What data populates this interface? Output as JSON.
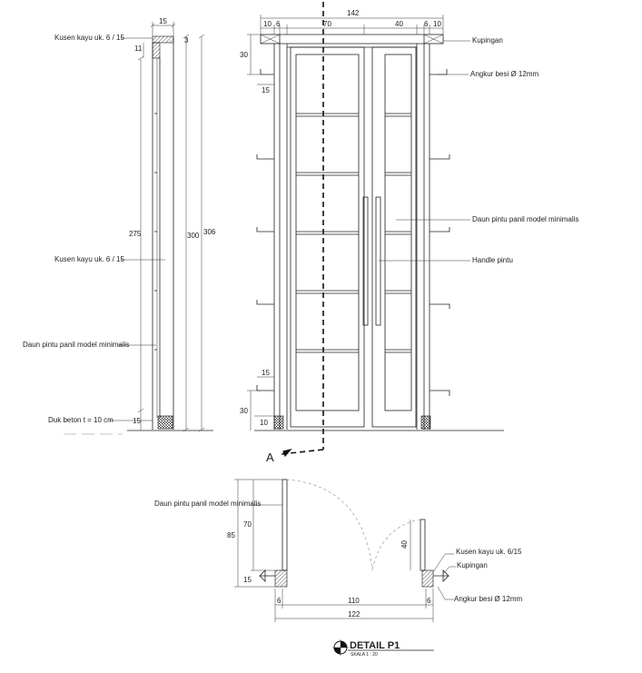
{
  "side_view": {
    "labels": {
      "kusen_top": "Kusen kayu uk. 6 / 15",
      "kusen_mid": "Kusen kayu uk. 6 / 15",
      "daun_pintu": "Daun pintu panil model minimalis",
      "duk_beton": "Duk beton t = 10 cm"
    },
    "dims": {
      "top_width": "15",
      "small_top": "11",
      "small_right": "3",
      "height_275": "275",
      "height_300": "300",
      "height_306": "306",
      "bottom_15": "15"
    }
  },
  "front_view": {
    "labels": {
      "kupingan": "Kupingan",
      "angkur": "Angkur besi Ø 12mm",
      "daun_pintu": "Daun pintu panil model minimalis",
      "handle": "Handle pintu"
    },
    "dims": {
      "overall": "142",
      "top_10_left": "10",
      "top_6_left": "6",
      "top_70": "70",
      "top_40": "40",
      "top_6_right": "6",
      "top_10_right": "10",
      "left_30_top": "30",
      "left_15_top": "15",
      "left_15_bottom": "15",
      "left_30_bottom": "30",
      "left_10_bottom": "10"
    },
    "section_marker": "A"
  },
  "plan_view": {
    "labels": {
      "daun_pintu": "Daun pintu panil model minimalis",
      "kusen": "Kusen kayu uk. 6/15",
      "kupingan": "Kupingan",
      "angkur": "Angkur besi Ø 12mm"
    },
    "dims": {
      "d85": "85",
      "d70": "70",
      "d15": "15",
      "d40": "40",
      "d6_left": "6",
      "d110": "110",
      "d6_right": "6",
      "d122": "122"
    }
  },
  "title_block": {
    "title": "DETAIL P1",
    "scale": "SKALA 1 : 20"
  }
}
